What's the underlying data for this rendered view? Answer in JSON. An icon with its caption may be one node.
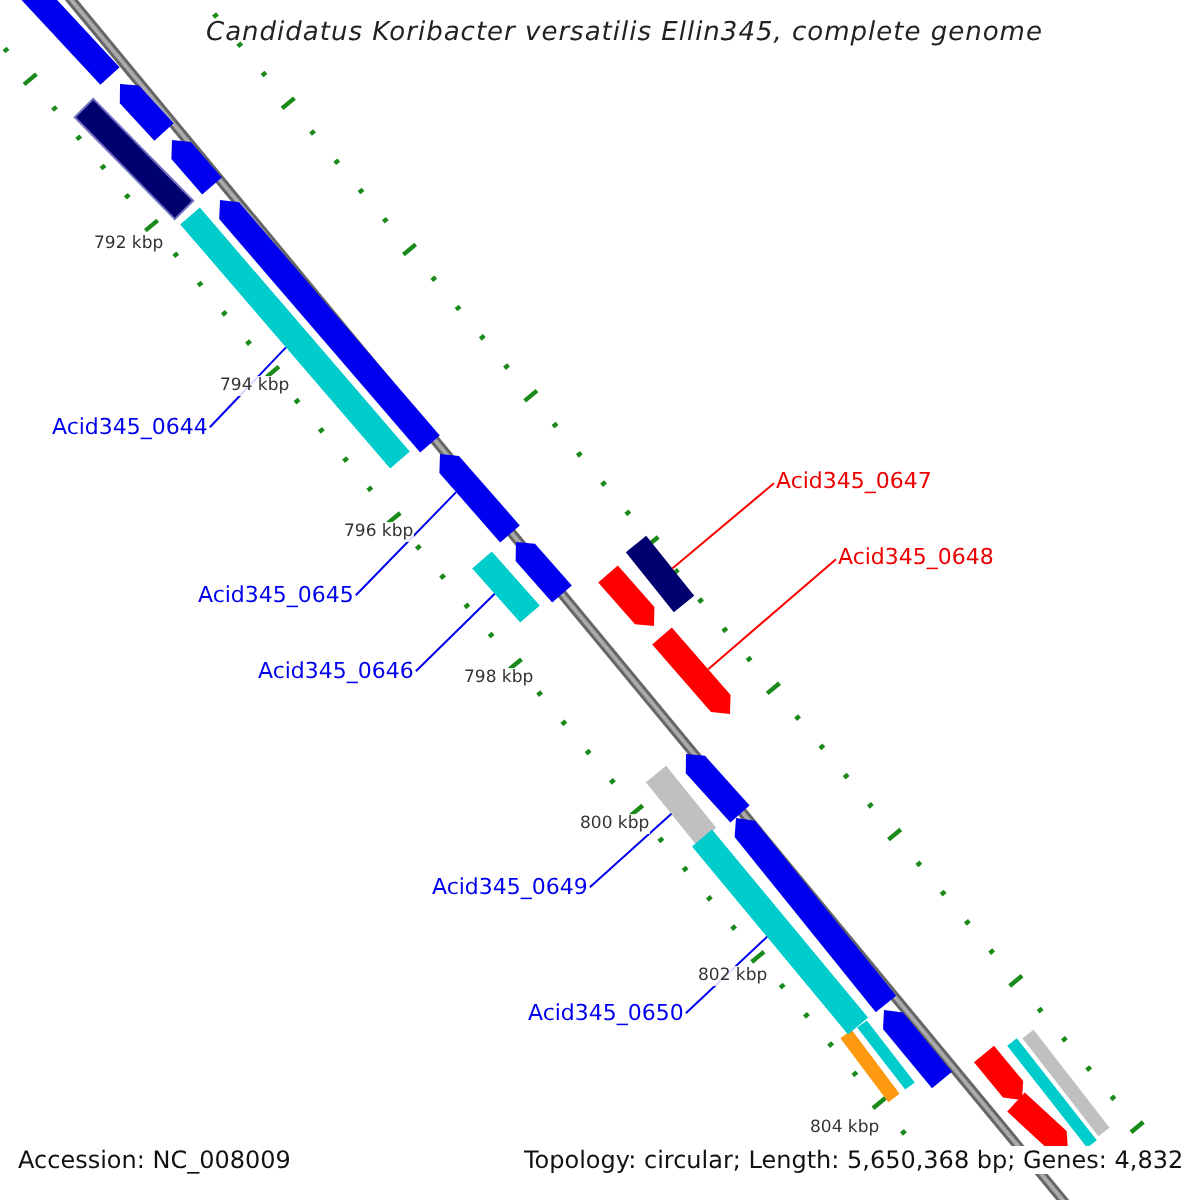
{
  "diagram": {
    "title": "Candidatus Koribacter versatilis Ellin345, complete genome",
    "nodes": [
      {
        "text": [
          "Acid345_0644"
        ]
      },
      {
        "text": [
          "Acid345_0647"
        ]
      },
      {
        "text": [
          "Acid345_0648"
        ]
      },
      {
        "text": [
          "Acid345_0645"
        ]
      },
      {
        "text": [
          "Acid345_0646"
        ]
      },
      {
        "text": [
          "Acid345_0649"
        ]
      },
      {
        "text": [
          "Acid345_0650"
        ]
      },
      {
        "text": [],
        "shape": "bar"
      },
      {
        "text": [],
        "shape": "bar"
      },
      {
        "text": [],
        "shape": "bar"
      },
      {
        "text": [],
        "shape": "bar"
      },
      {
        "text": [],
        "shape": "bar"
      },
      {
        "text": [],
        "shape": "bar"
      },
      {
        "text": [],
        "shape": "bar"
      },
      {
        "text": [],
        "shape": "bar"
      }
    ],
    "edges": [
      {
        "from": 0,
        "to": 7,
        "arrow": "none"
      },
      {
        "from": 1,
        "to": 8,
        "arrow": "none",
        "color": "#ff0000"
      },
      {
        "from": 2,
        "to": 9,
        "arrow": "none",
        "color": "#ff0000"
      },
      {
        "from": 3,
        "to": 10,
        "arrow": "none"
      },
      {
        "from": 4,
        "to": 11,
        "arrow": "none"
      },
      {
        "from": 5,
        "to": 12,
        "arrow": "none"
      },
      {
        "from": 6,
        "to": 13,
        "arrow": "none"
      }
    ],
    "labels": [
      "792 kbp",
      "794 kbp",
      "796 kbp",
      "798 kbp",
      "800 kbp",
      "802 kbp",
      "804 kbp",
      "Accession: NC_008009",
      "Topology: circular; Length: 5,650,368 bp; Genes: 4,832"
    ]
  }
}
